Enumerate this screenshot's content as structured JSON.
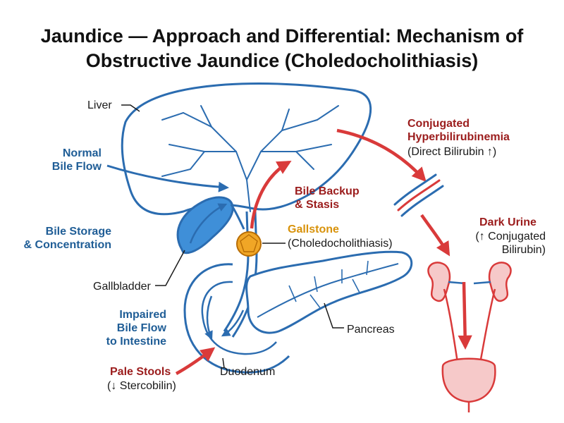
{
  "title": {
    "line1": "Jaundice — Approach and Differential: Mechanism of",
    "line2": "Obstructive Jaundice (Choledocholithiasis)"
  },
  "labels": {
    "liver": "Liver",
    "normal_bile_flow": [
      "Normal",
      "Bile Flow"
    ],
    "bile_storage": [
      "Bile Storage",
      "& Concentration"
    ],
    "gallbladder": "Gallbladder",
    "impaired_flow": [
      "Impaired",
      "Bile Flow",
      "to Intestine"
    ],
    "pale_stools": "Pale Stools",
    "pale_stools_note": "(↓ Stercobilin)",
    "duodenum": "Duodenum",
    "pancreas": "Pancreas",
    "gallstone": "Gallstone",
    "gallstone_note": "(Choledocholithiasis)",
    "bile_backup": [
      "Bile Backup",
      "& Stasis"
    ],
    "conjugated": [
      "Conjugated",
      "Hyperbilirubinemia"
    ],
    "conjugated_note": "(Direct Bilirubin ↑)",
    "dark_urine": "Dark Urine",
    "dark_urine_note": [
      "(↑ Conjugated",
      "Bilirubin)"
    ]
  },
  "colors": {
    "anatomy_blue": "#2b6cb0",
    "liver_fill": "#ffffff",
    "gallbladder_fill": "#3f8fd8",
    "arrow_red": "#d93a3a",
    "kidney_fill": "#f6c9c9",
    "gallstone_fill": "#f0a626"
  }
}
